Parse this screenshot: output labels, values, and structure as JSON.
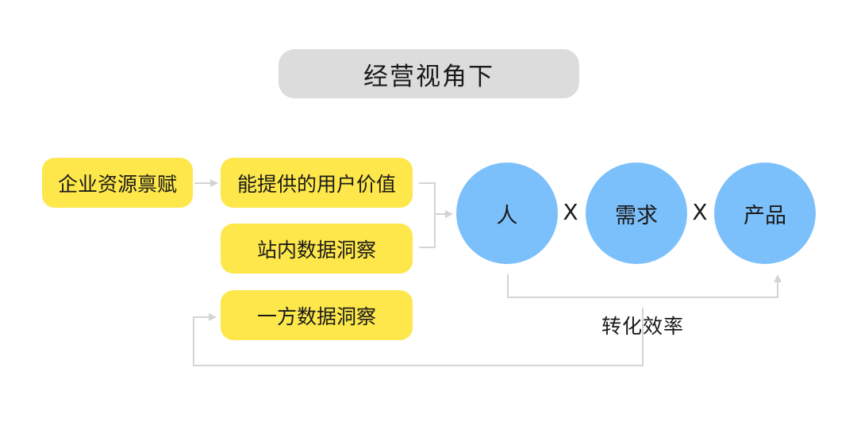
{
  "title": "经营视角下",
  "inputs": {
    "endowment": "企业资源禀赋",
    "user_value": "能提供的用户价值",
    "site_insight": "站内数据洞察",
    "first_party_insight": "一方数据洞察"
  },
  "formula": {
    "person": "人",
    "operator_1": "X",
    "demand": "需求",
    "operator_2": "X",
    "product": "产品"
  },
  "conversion_label": "转化效率",
  "colors": {
    "title_bg": "#dcdcdc",
    "pill": "#fde74a",
    "circle": "#7cc0fb",
    "connector": "#d4d4d4"
  }
}
